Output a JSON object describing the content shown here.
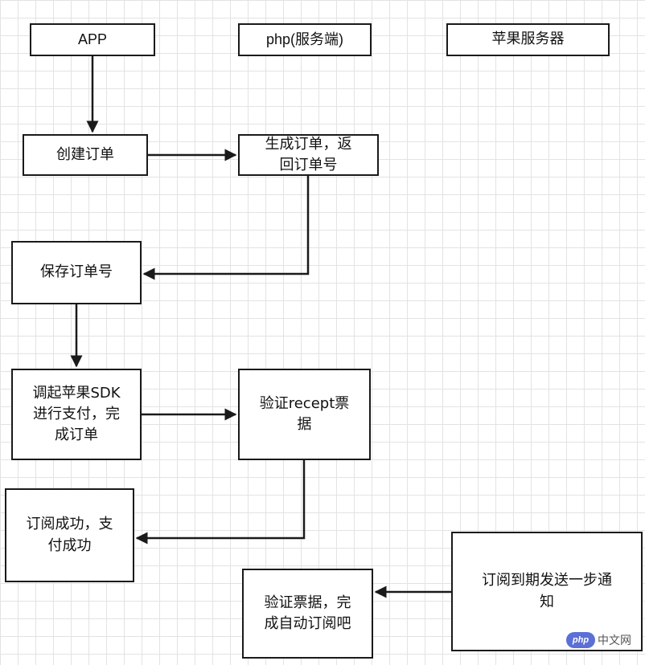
{
  "nodes": {
    "app": [
      "APP"
    ],
    "php": [
      "php(服务端)"
    ],
    "apple": [
      "苹果服务器"
    ],
    "create": [
      "创建订单"
    ],
    "gen": [
      "生成订单，返",
      "回订单号"
    ],
    "save": [
      "保存订单号"
    ],
    "sdk": [
      "调起苹果SDK",
      "进行支付，完",
      "成订单"
    ],
    "verify_receipt": [
      "验证recept票",
      "据"
    ],
    "sub_ok": [
      "订阅成功，支",
      "付成功"
    ],
    "notify": [
      "订阅到期发送一步通",
      "知"
    ],
    "auto": [
      "验证票据，完",
      "成自动订阅吧"
    ]
  },
  "watermark": {
    "logo": "php",
    "text": "中文网"
  }
}
